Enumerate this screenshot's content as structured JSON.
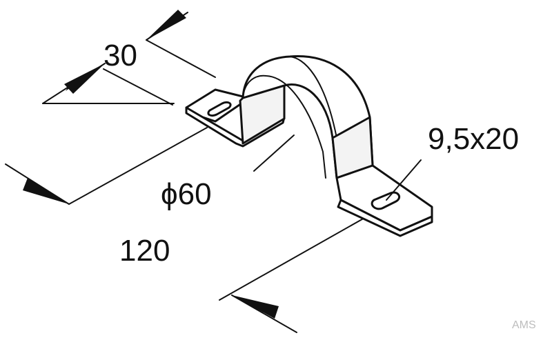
{
  "dimensions": {
    "width_label": "30",
    "diameter_label": "ϕ60",
    "slot_label": "9,5x20",
    "length_label": "120"
  },
  "watermark": "AMS",
  "colors": {
    "line": "#111111",
    "background": "#ffffff",
    "watermark": "#bdbdbd"
  }
}
